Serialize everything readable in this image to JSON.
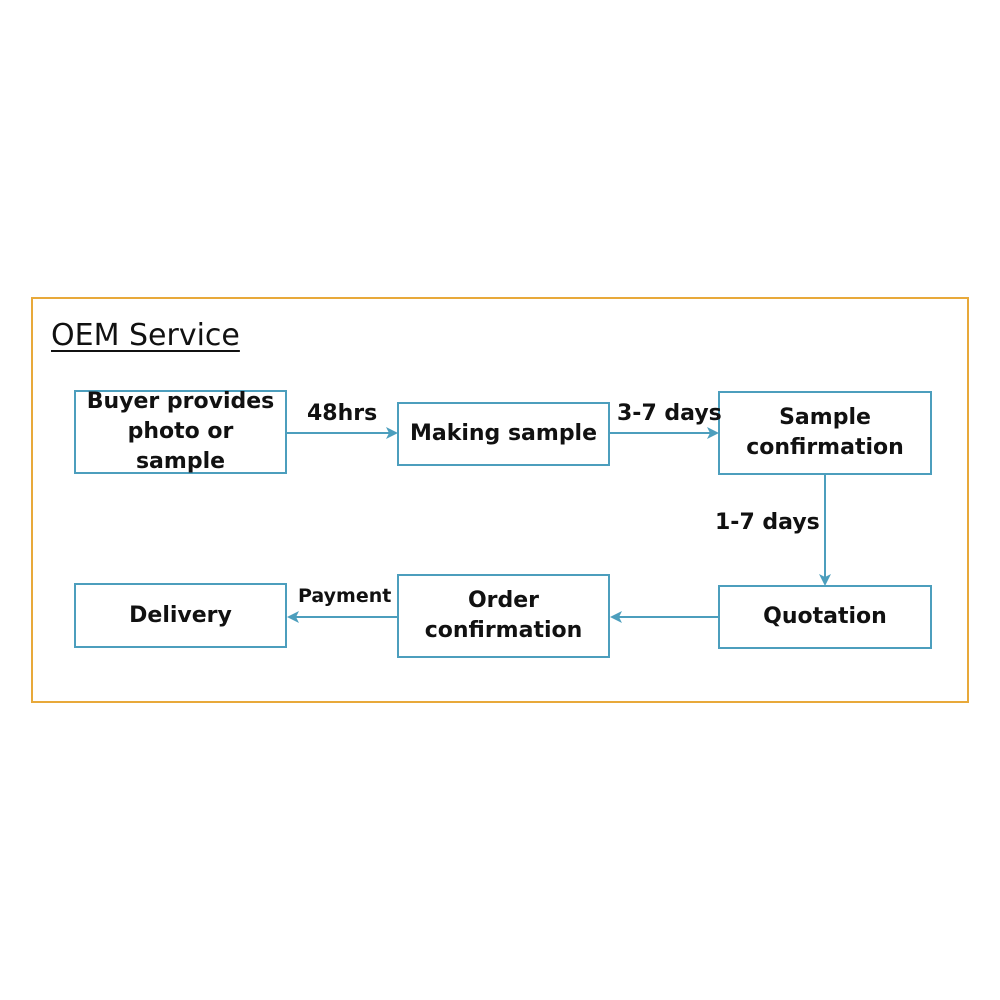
{
  "title": "OEM Service",
  "colors": {
    "frame": "#e8a93a",
    "box_border": "#4c9ebd",
    "arrow": "#4c9ebd",
    "text": "#111111"
  },
  "nodes": {
    "buyer": {
      "lines": [
        "Buyer provides",
        "photo or sample"
      ]
    },
    "making": {
      "lines": [
        "Making sample"
      ]
    },
    "sample_conf": {
      "lines": [
        "Sample",
        "confirmation"
      ]
    },
    "quotation": {
      "lines": [
        "Quotation"
      ]
    },
    "order_conf": {
      "lines": [
        "Order",
        "confirmation"
      ]
    },
    "delivery": {
      "lines": [
        "Delivery"
      ]
    }
  },
  "edges": {
    "buyer_to_making": "48hrs",
    "making_to_sample": "3-7 days",
    "sample_to_quotation": "1-7 days",
    "quotation_to_order": "",
    "order_to_delivery": "Payment"
  }
}
